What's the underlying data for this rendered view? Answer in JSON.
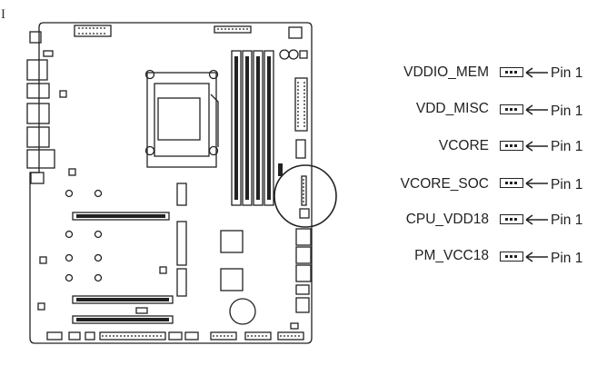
{
  "headers": [
    {
      "label": "VDDIO_MEM",
      "pin_text": "Pin 1"
    },
    {
      "label": "VDD_MISC",
      "pin_text": "Pin 1"
    },
    {
      "label": "VCORE",
      "pin_text": "Pin 1"
    },
    {
      "label": "VCORE_SOC",
      "pin_text": "Pin 1"
    },
    {
      "label": "CPU_VDD18",
      "pin_text": "Pin 1"
    },
    {
      "label": "PM_VCC18",
      "pin_text": "Pin 1"
    }
  ],
  "cursor_glyph": "I"
}
